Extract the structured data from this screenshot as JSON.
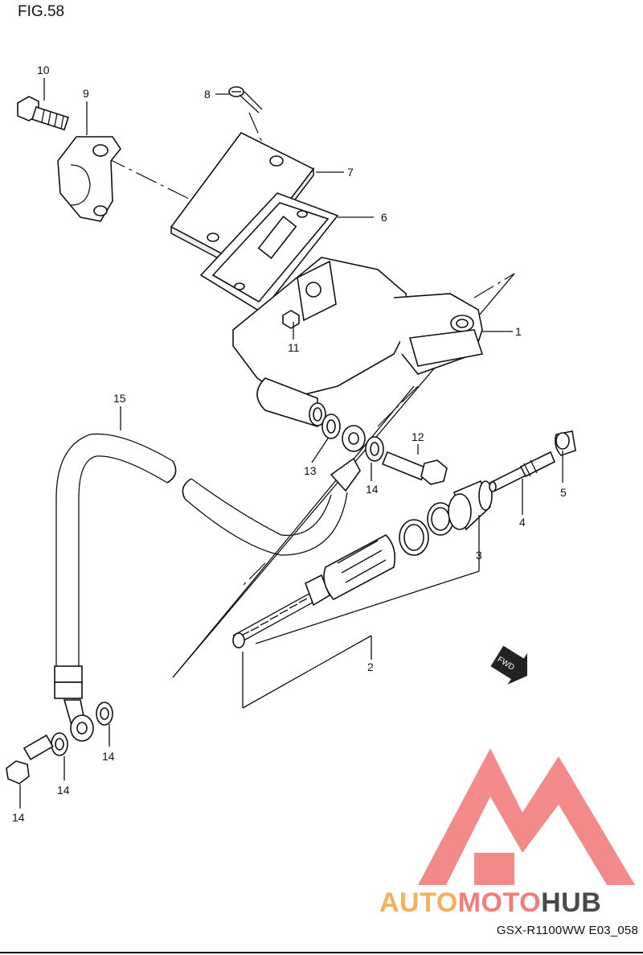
{
  "figure": {
    "title": "FIG.58",
    "footer": "GSX-R1100WW  E03_058"
  },
  "watermark": {
    "text_part1": "AUTO",
    "text_part2": "MOTO",
    "text_part3": "HUB",
    "colors": {
      "auto": "#f2b061",
      "moto": "#f37d7d",
      "hub": "#4a4a4a",
      "logo": "#f37d7d"
    }
  },
  "parts": [
    {
      "id": "1",
      "label": "1"
    },
    {
      "id": "2",
      "label": "2"
    },
    {
      "id": "3",
      "label": "3"
    },
    {
      "id": "4",
      "label": "4"
    },
    {
      "id": "5",
      "label": "5"
    },
    {
      "id": "6",
      "label": "6"
    },
    {
      "id": "7",
      "label": "7"
    },
    {
      "id": "8",
      "label": "8"
    },
    {
      "id": "9",
      "label": "9"
    },
    {
      "id": "10",
      "label": "10"
    },
    {
      "id": "11",
      "label": "11"
    },
    {
      "id": "12",
      "label": "12"
    },
    {
      "id": "13",
      "label": "13"
    },
    {
      "id": "14a",
      "label": "14"
    },
    {
      "id": "14b",
      "label": "14"
    },
    {
      "id": "14c",
      "label": "14"
    },
    {
      "id": "14d",
      "label": "14"
    },
    {
      "id": "15",
      "label": "15"
    }
  ],
  "fwd_marker": "FWD"
}
